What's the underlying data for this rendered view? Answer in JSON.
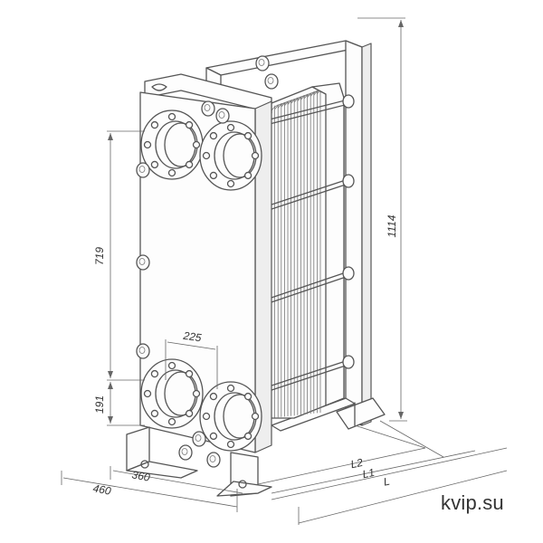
{
  "dimensions": {
    "height_total": "1114",
    "port_vertical": "719",
    "bottom_offset": "191",
    "port_horizontal": "225",
    "width_inner": "360",
    "width_outer": "460",
    "length_l2": "L2",
    "length_l1": "L1",
    "length_l": "L"
  },
  "brand": "kvip.su",
  "colors": {
    "line": "#555555",
    "background": "#ffffff",
    "text": "#333333"
  }
}
